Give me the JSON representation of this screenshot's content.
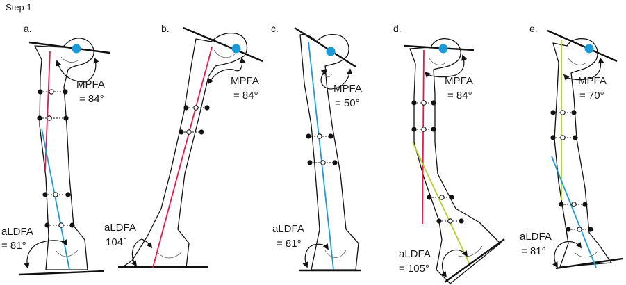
{
  "figure": {
    "step_label": "Step 1",
    "colors": {
      "red": "#e8194b",
      "blue": "#1a9bd7",
      "green": "#b5cf2a",
      "head": "#1a9bd7"
    },
    "panels": [
      {
        "letter": "a.",
        "mpfa_title": "MPFA",
        "mpfa_value": "= 84°",
        "aldfa_title": "aLDFA",
        "aldfa_value": "= 81°"
      },
      {
        "letter": "b.",
        "mpfa_title": "MPFA",
        "mpfa_value": "= 84°",
        "aldfa_title": "aLDFA",
        "aldfa_value": "104°"
      },
      {
        "letter": "c.",
        "mpfa_title": "MPFA",
        "mpfa_value": "= 50°",
        "aldfa_title": "aLDFA",
        "aldfa_value": "= 81°"
      },
      {
        "letter": "d.",
        "mpfa_title": "MPFA",
        "mpfa_value": "= 84°",
        "aldfa_title": "aLDFA",
        "aldfa_value": "= 105°"
      },
      {
        "letter": "e.",
        "mpfa_title": "MPFA",
        "mpfa_value": "= 70°",
        "aldfa_title": "aLDFA",
        "aldfa_value": "= 81°"
      }
    ]
  }
}
